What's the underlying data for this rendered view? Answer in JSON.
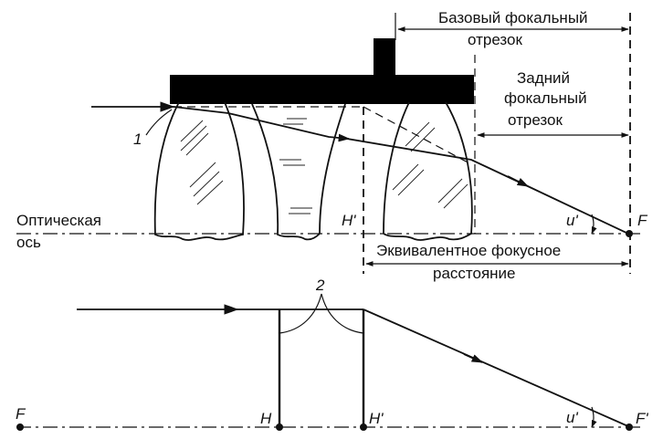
{
  "labels": {
    "base_focal_1": "Базовый фокальный",
    "base_focal_2": "отрезок",
    "back_focal_1": "Задний",
    "back_focal_2": "фокальный",
    "back_focal_3": "отрезок",
    "optical_axis_1": "Оптическая",
    "optical_axis_2": "ось",
    "equiv_focal_1": "Эквивалентное фокусное",
    "equiv_focal_2": "расстояние",
    "lens_callout": "1",
    "planes_callout": "2",
    "top_H_prime": "H'",
    "top_u_prime": "u'",
    "top_F": "F",
    "bottom_F_left": "F",
    "bottom_H": "H",
    "bottom_H_prime": "H'",
    "bottom_u_prime": "u'",
    "bottom_F_prime": "F'"
  },
  "colors": {
    "ink": "#111111",
    "background": "#ffffff"
  }
}
